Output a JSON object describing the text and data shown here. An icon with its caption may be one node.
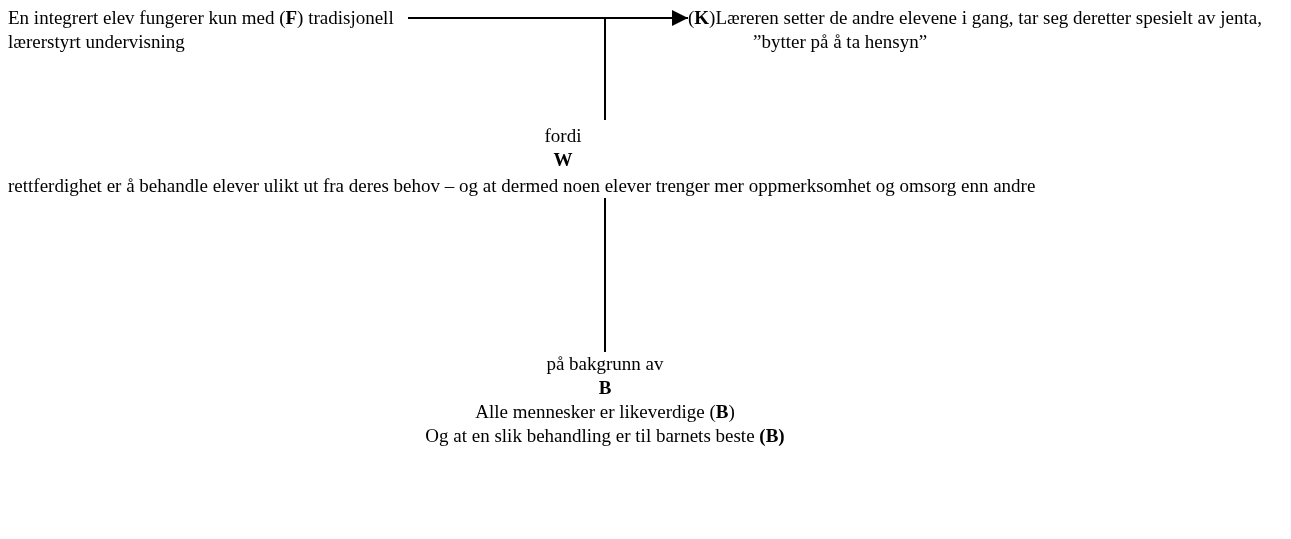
{
  "diagram": {
    "nodes": [
      {
        "text": [
          "En integrert elev fungerer kun med (**F**) tradisjonell lærerstyrt undervisning"
        ]
      },
      {
        "text": [
          "(**K**)Læreren setter de andre elevene i gang, tar seg deretter spesielt av jenta, ”bytter på å ta hensyn”"
        ]
      },
      {
        "text": [
          "fordi",
          "W",
          "rettferdighet er å behandle elever ulikt ut fra deres behov – og at dermed noen elever trenger mer oppmerksomhet og omsorg enn andre"
        ]
      },
      {
        "text": [
          "på bakgrunn av",
          "B",
          "Alle mennesker er likeverdige (**B**)",
          "Og at en slik behandling er til barnets beste **(B)**"
        ]
      }
    ],
    "edges": [
      {
        "from": 0,
        "to": 1,
        "arrow": "to"
      },
      {
        "from": 2,
        "to": null,
        "arrow": "none"
      },
      {
        "from": 3,
        "to": 2,
        "arrow": "none"
      }
    ]
  }
}
